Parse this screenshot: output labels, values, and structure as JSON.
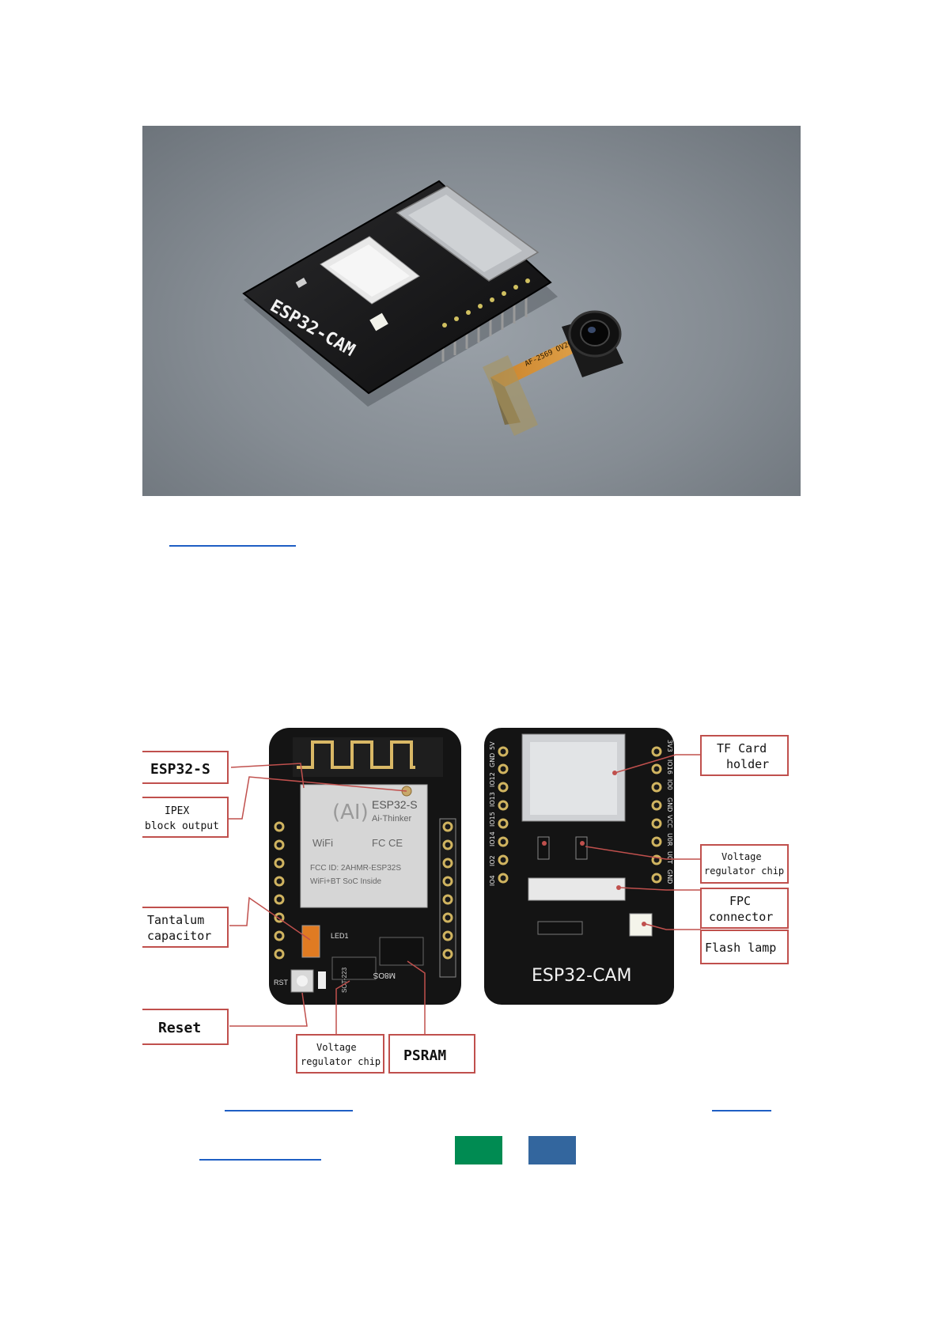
{
  "photo": {
    "board_silk": "ESP32-CAM",
    "module_silk": "AF-2569 OV2640"
  },
  "diagram": {
    "callouts": {
      "esp32s": "ESP32-S",
      "ipex": [
        "IPEX",
        "block output"
      ],
      "tantalum": [
        "Tantalum",
        "capacitor"
      ],
      "reset": "Reset",
      "vreg_front": [
        "Voltage",
        "regulator chip"
      ],
      "psram": "PSRAM",
      "tf_card": [
        "TF Card",
        "holder"
      ],
      "vreg_back": [
        "Voltage",
        "regulator chip"
      ],
      "fpc": [
        "FPC",
        "connector"
      ],
      "flash": "Flash lamp"
    },
    "front": {
      "shield_title": "ESP32-S",
      "shield_brand": "Ai-Thinker",
      "wifi_mark": "WiFi",
      "fcc_mark": "FC CE",
      "fcc_id": "FCC ID: 2AHMR-ESP32S",
      "soc_text": "WiFi+BT SoC Inside",
      "led_label": "LED1",
      "rst_label": "RST",
      "sot_label": "SOT-223",
      "m8os": "M8OS",
      "left_pins": [
        "5V",
        "GND",
        "IO12",
        "IO13",
        "IO15",
        "IO14",
        "IO2",
        "IO4"
      ],
      "right_pins": [
        "3V3",
        "IO16",
        "IO0",
        "GND",
        "VCC",
        "U0R",
        "U0T",
        "GND"
      ]
    },
    "back": {
      "silk": "ESP32-CAM"
    }
  },
  "colors": {
    "swatch_green": "#008b52",
    "swatch_blue": "#33669e",
    "link": "#1f5fc4",
    "callout_border": "#c0504d"
  }
}
